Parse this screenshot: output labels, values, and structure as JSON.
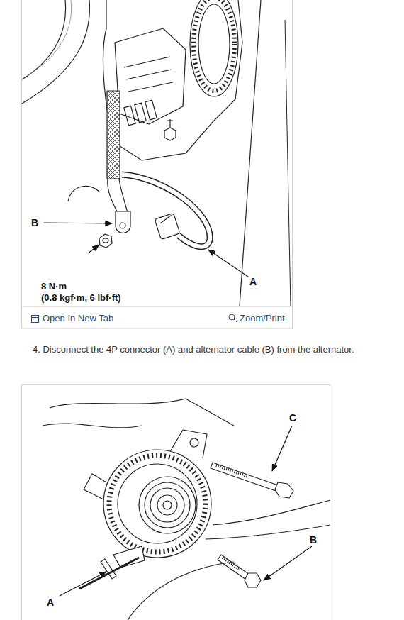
{
  "diagram": {
    "labels": [
      "B",
      "A",
      "8 N·m",
      "(0.8 kgf·m, 6 lbf·ft)",
      "Open In New Tab",
      "Zoom/Print",
      "4. Disconnect the 4P connector (A) and alternator cable (B) from the alternator.",
      "C",
      "B",
      "A"
    ]
  }
}
